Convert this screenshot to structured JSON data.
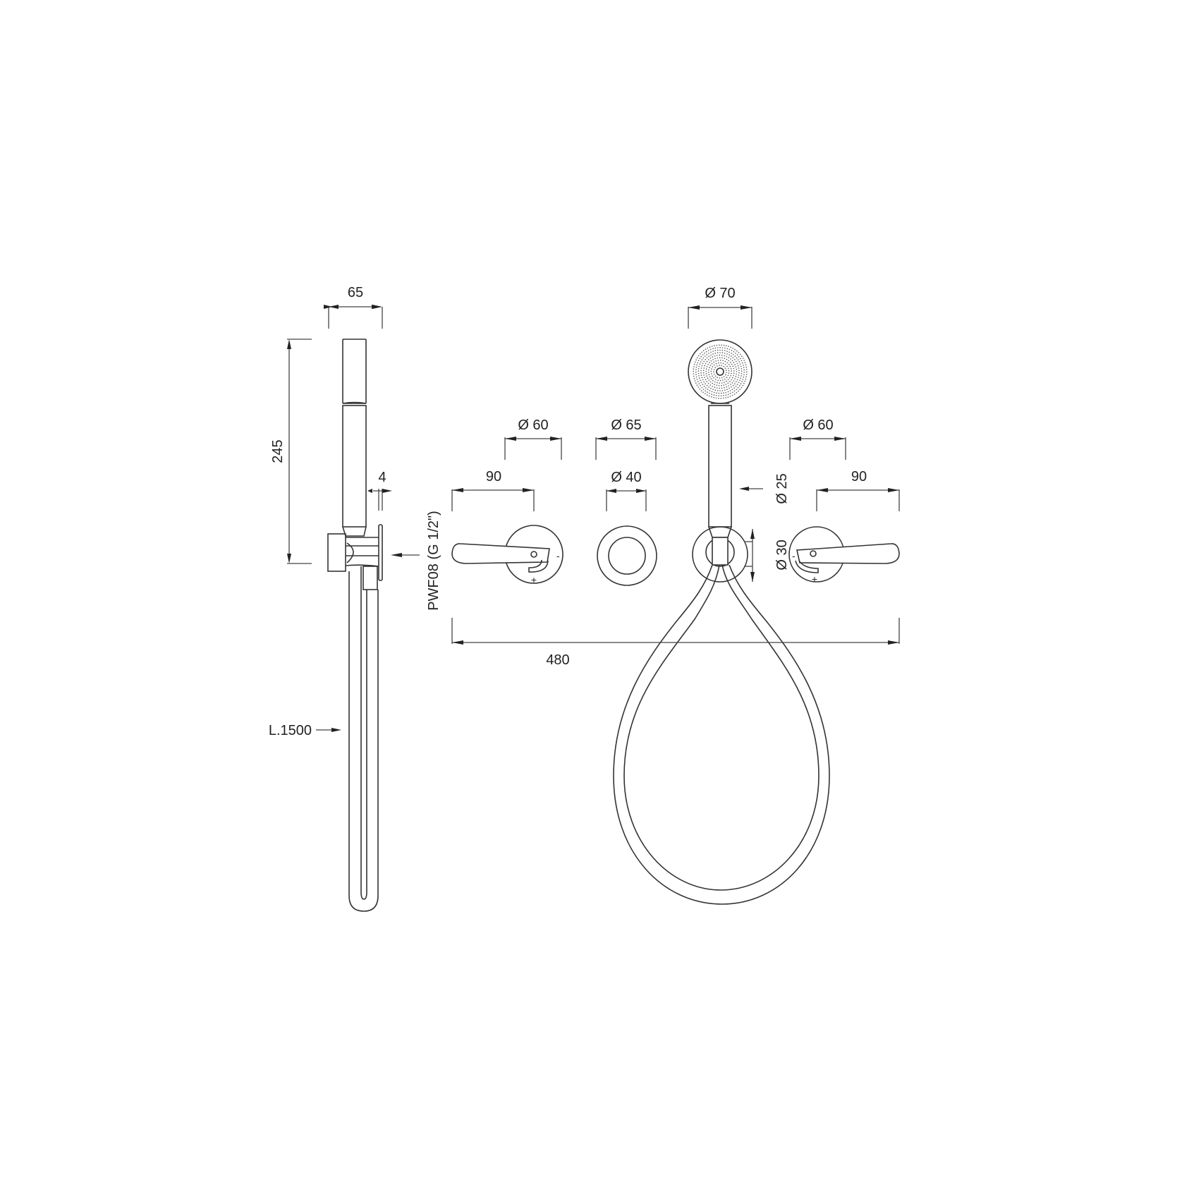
{
  "drawing": {
    "title": "Technical drawing - wall mounted mixer with hand shower",
    "side_view": {
      "width_label": "65",
      "height_label": "245",
      "wall_thickness_label": "4",
      "hose_length_label": "L.1500"
    },
    "front_view": {
      "left_lever": {
        "rosette_diameter_label": "Ø 60",
        "lever_length_label": "90"
      },
      "center_outlet": {
        "outer_diameter_label": "Ø 65",
        "inner_diameter_label": "Ø 40"
      },
      "hand_shower": {
        "head_diameter_label": "Ø 70",
        "handle_diameter_label": "Ø 25",
        "holder_diameter_label": "Ø 30"
      },
      "right_lever": {
        "rosette_diameter_label": "Ø 60",
        "lever_length_label": "90"
      },
      "overall_width_label": "480",
      "connection_label": "PWF08 (G 1/2\")",
      "lever_symbols": {
        "minus": "-",
        "plus": "+"
      }
    }
  }
}
